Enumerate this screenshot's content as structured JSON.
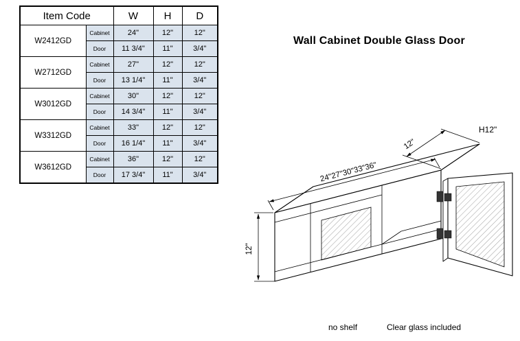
{
  "title": "Wall Cabinet Double Glass Door",
  "table": {
    "header": {
      "item_code": "Item Code",
      "w": "W",
      "h": "H",
      "d": "D"
    },
    "row_labels": {
      "cabinet": "Cabinet",
      "door": "Door"
    },
    "rows": [
      {
        "code": "W2412GD",
        "cabinet": {
          "w": "24\"",
          "h": "12\"",
          "d": "12\""
        },
        "door": {
          "w": "11 3/4\"",
          "h": "11\"",
          "d": "3/4\""
        }
      },
      {
        "code": "W2712GD",
        "cabinet": {
          "w": "27\"",
          "h": "12\"",
          "d": "12\""
        },
        "door": {
          "w": "13 1/4\"",
          "h": "11\"",
          "d": "3/4\""
        }
      },
      {
        "code": "W3012GD",
        "cabinet": {
          "w": "30\"",
          "h": "12\"",
          "d": "12\""
        },
        "door": {
          "w": "14 3/4\"",
          "h": "11\"",
          "d": "3/4\""
        }
      },
      {
        "code": "W3312GD",
        "cabinet": {
          "w": "33\"",
          "h": "12\"",
          "d": "12\""
        },
        "door": {
          "w": "16 1/4\"",
          "h": "11\"",
          "d": "3/4\""
        }
      },
      {
        "code": "W3612GD",
        "cabinet": {
          "w": "36\"",
          "h": "12\"",
          "d": "12\""
        },
        "door": {
          "w": "17 3/4\"",
          "h": "11\"",
          "d": "3/4\""
        }
      }
    ]
  },
  "diagram": {
    "width_label": "24\"27\"30\"33\"36\"",
    "depth_label": "12\"",
    "height_label": "12\"",
    "h_label": "H12\""
  },
  "footer": {
    "note_left": "no shelf",
    "note_right": "Clear glass included"
  },
  "colors": {
    "cell_fill": "#dae3ed",
    "line": "#000000"
  }
}
